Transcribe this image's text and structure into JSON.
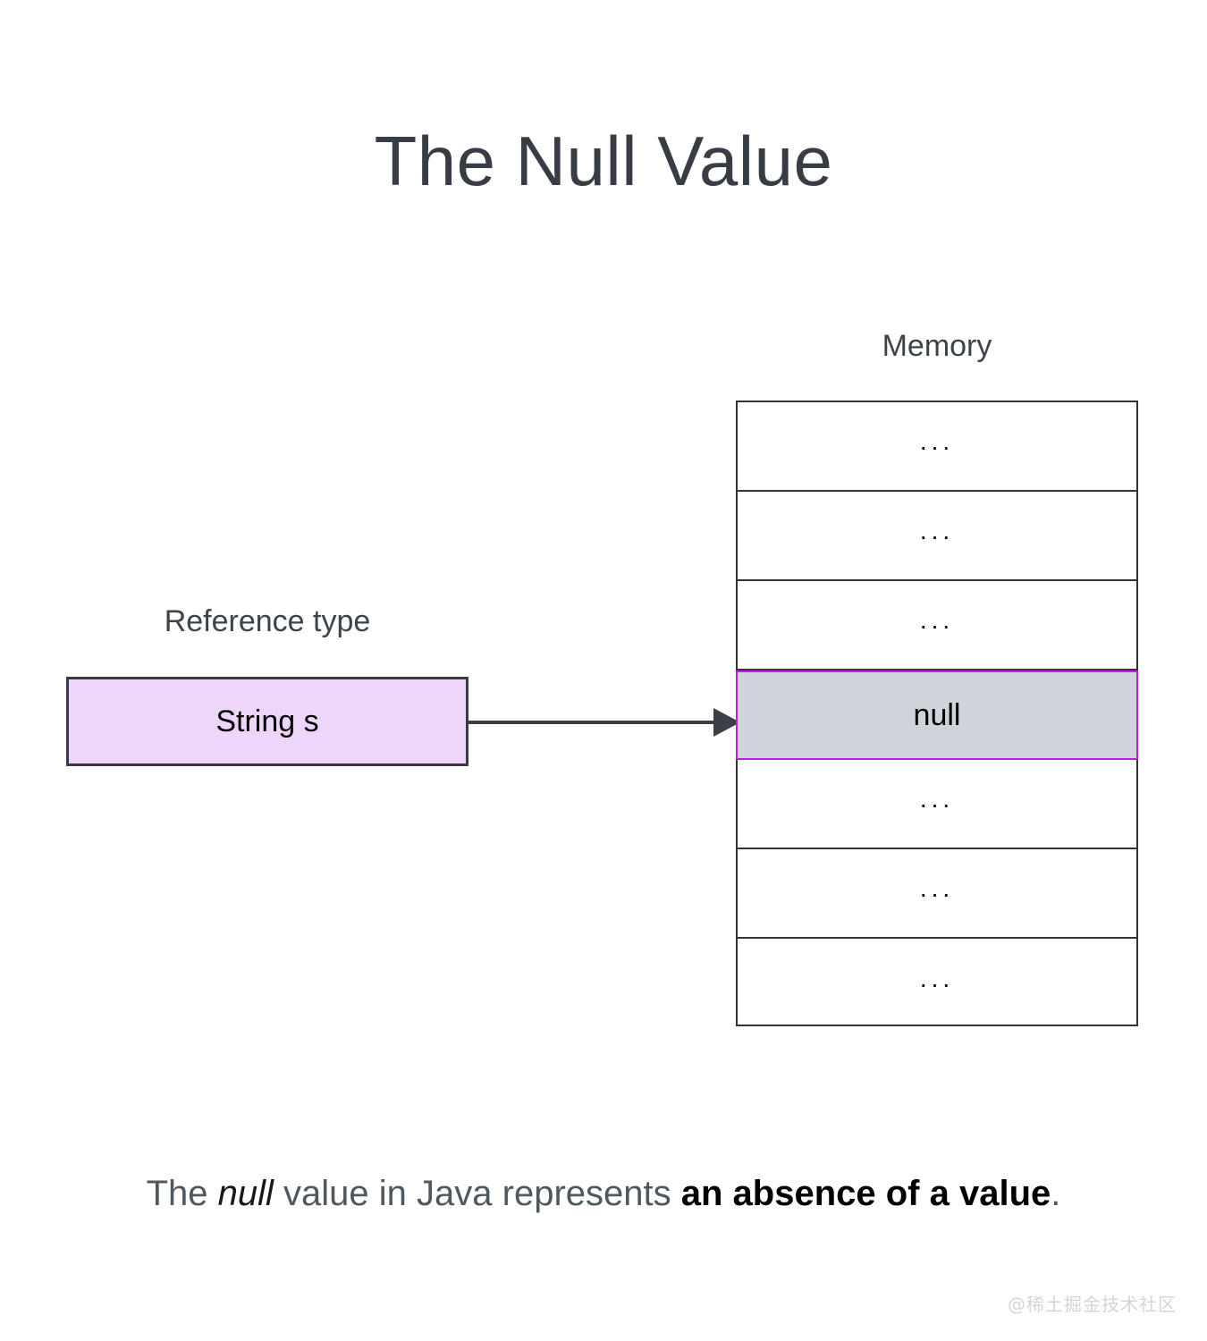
{
  "slide": {
    "title": "The Null Value",
    "background_color": "#ffffff"
  },
  "memory": {
    "label": "Memory",
    "rows": [
      {
        "text": "...",
        "highlighted": false
      },
      {
        "text": "...",
        "highlighted": false
      },
      {
        "text": "...",
        "highlighted": false
      },
      {
        "text": "null",
        "highlighted": true
      },
      {
        "text": "...",
        "highlighted": false
      },
      {
        "text": "...",
        "highlighted": false
      },
      {
        "text": "...",
        "highlighted": false
      }
    ],
    "highlight_fill": "#ced4da",
    "highlight_border": "#c01fe0",
    "border_color": "#333333"
  },
  "reference": {
    "label": "Reference type",
    "box_text": "String s",
    "box_fill": "#eed6fb",
    "box_border": "#3b3a46"
  },
  "arrow": {
    "name": "reference-to-memory-arrow",
    "color": "#3b3f46",
    "from": "String s box",
    "to": "null memory cell"
  },
  "caption": {
    "part1": "The ",
    "emphasis": "null",
    "part2": " value in Java represents ",
    "bold": "an absence of a value",
    "part3": "."
  },
  "watermark": {
    "text": "@稀土掘金技术社区",
    "color": "#d2d5da"
  }
}
